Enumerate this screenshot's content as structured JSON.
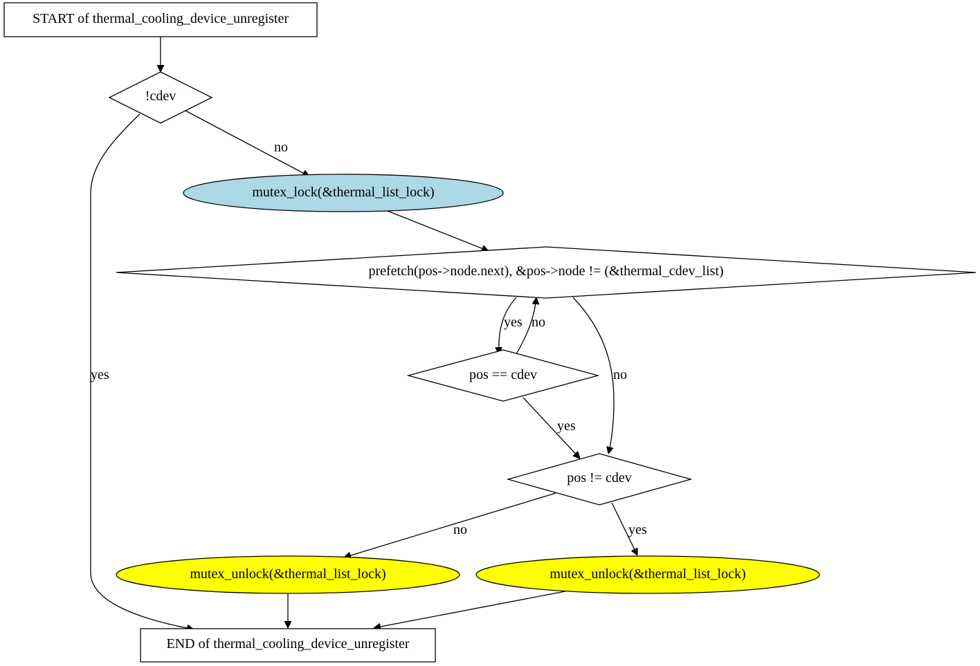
{
  "colors": {
    "lock_fill": "#add8e6",
    "unlock_fill": "#ffff00",
    "decision_fill": "#ffffff",
    "stroke": "#000000"
  },
  "nodes": {
    "start": {
      "label": "START of thermal_cooling_device_unregister",
      "shape": "box"
    },
    "check_cdev": {
      "label": "!cdev",
      "shape": "diamond"
    },
    "mutex_lock": {
      "label": "mutex_lock(&thermal_list_lock)",
      "shape": "ellipse"
    },
    "loop_cond": {
      "label": "prefetch(pos->node.next), &pos->node != (&thermal_cdev_list)",
      "shape": "diamond"
    },
    "pos_eq": {
      "label": "pos == cdev",
      "shape": "diamond"
    },
    "pos_ne": {
      "label": "pos != cdev",
      "shape": "diamond"
    },
    "unlock_left": {
      "label": "mutex_unlock(&thermal_list_lock)",
      "shape": "ellipse"
    },
    "unlock_right": {
      "label": "mutex_unlock(&thermal_list_lock)",
      "shape": "ellipse"
    },
    "end": {
      "label": "END of thermal_cooling_device_unregister",
      "shape": "box"
    }
  },
  "edges": {
    "cdev_yes": "yes",
    "cdev_no": "no",
    "loop_yes": "yes",
    "loop_back_no": "no",
    "loop_no": "no",
    "poseq_yes": "yes",
    "posne_no": "no",
    "posne_yes": "yes"
  }
}
